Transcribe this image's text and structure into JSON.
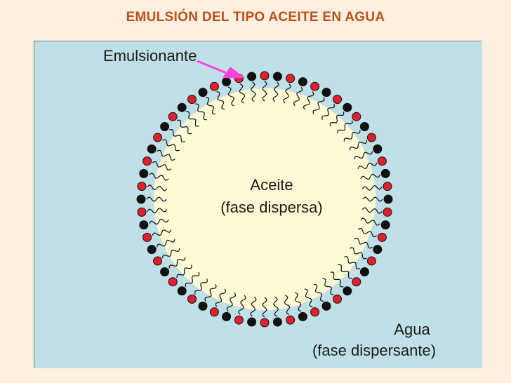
{
  "title": "EMULSIÓN DEL TIPO ACEITE EN AGUA",
  "labels": {
    "emulsifier": "Emulsionante",
    "oil_line1": "Aceite",
    "oil_line2": "(fase dispersa)",
    "water_line1": "Agua",
    "water_line2": "(fase dispersante)"
  },
  "colors": {
    "page_background": "#fdf0e0",
    "title": "#c0501a",
    "water": "#bfe0e6",
    "oil": "#fffad6",
    "head_red": "#e0202e",
    "head_black": "#111111",
    "arrow": "#ff44dd"
  },
  "molecules": {
    "count": 60
  }
}
